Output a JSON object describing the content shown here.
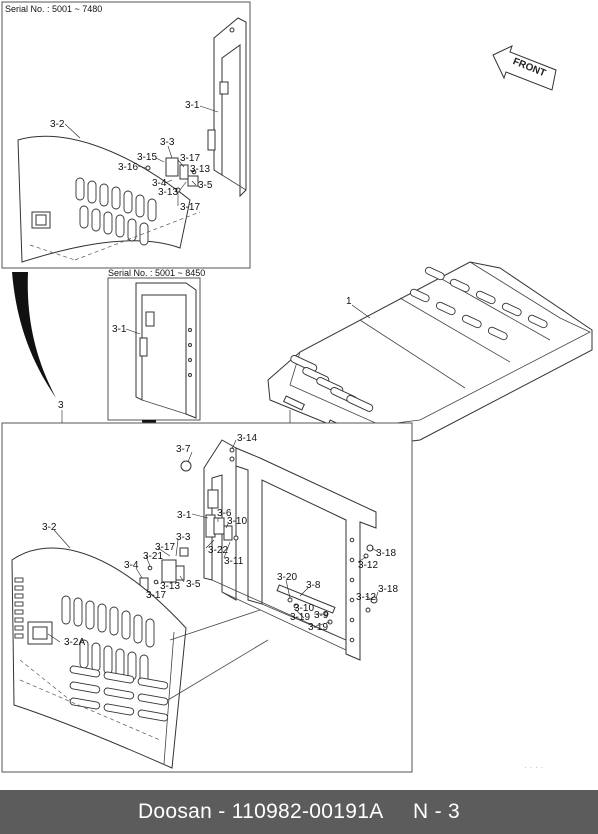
{
  "footer": {
    "text": "Doosan - 110982-00191A     N - 3"
  },
  "direction": {
    "label": "FRONT"
  },
  "insets": {
    "top_left": {
      "serial": "Serial No. : 5001 ~ 7480"
    },
    "middle": {
      "serial": "Serial No. : 5001 ~ 8450"
    }
  },
  "callouts": {
    "c1": "1",
    "c3": "3",
    "tl_3_1": "3-1",
    "tl_3_2": "3-2",
    "tl_3_3": "3-3",
    "tl_3_15": "3-15",
    "tl_3_16": "3-16",
    "tl_3_17a": "3-17",
    "tl_3_13a": "3-13",
    "tl_3_4": "3-4",
    "tl_3_13b": "3-13",
    "tl_3_5": "3-5",
    "tl_3_17b": "3-17",
    "mid_3_1": "3-1",
    "m_3_7": "3-7",
    "m_3_14": "3-14",
    "m_3_1": "3-1",
    "m_3_6": "3-6",
    "m_3_10a": "3-10",
    "m_3_22": "3-22",
    "m_3_11": "3-11",
    "m_3_3": "3-3",
    "m_3_17a": "3-17",
    "m_3_21": "3-21",
    "m_3_4": "3-4",
    "m_3_13": "3-13",
    "m_3_5": "3-5",
    "m_3_17b": "3-17",
    "m_3_2": "3-2",
    "m_3_2a": "3-2A",
    "m_3_18a": "3-18",
    "m_3_12a": "3-12",
    "m_3_20": "3-20",
    "m_3_8": "3-8",
    "m_3_10b": "3-10",
    "m_3_9": "3-9",
    "m_3_19a": "3-19",
    "m_3_19b": "3-19",
    "m_3_12b": "3-12",
    "m_3_18b": "3-18"
  }
}
